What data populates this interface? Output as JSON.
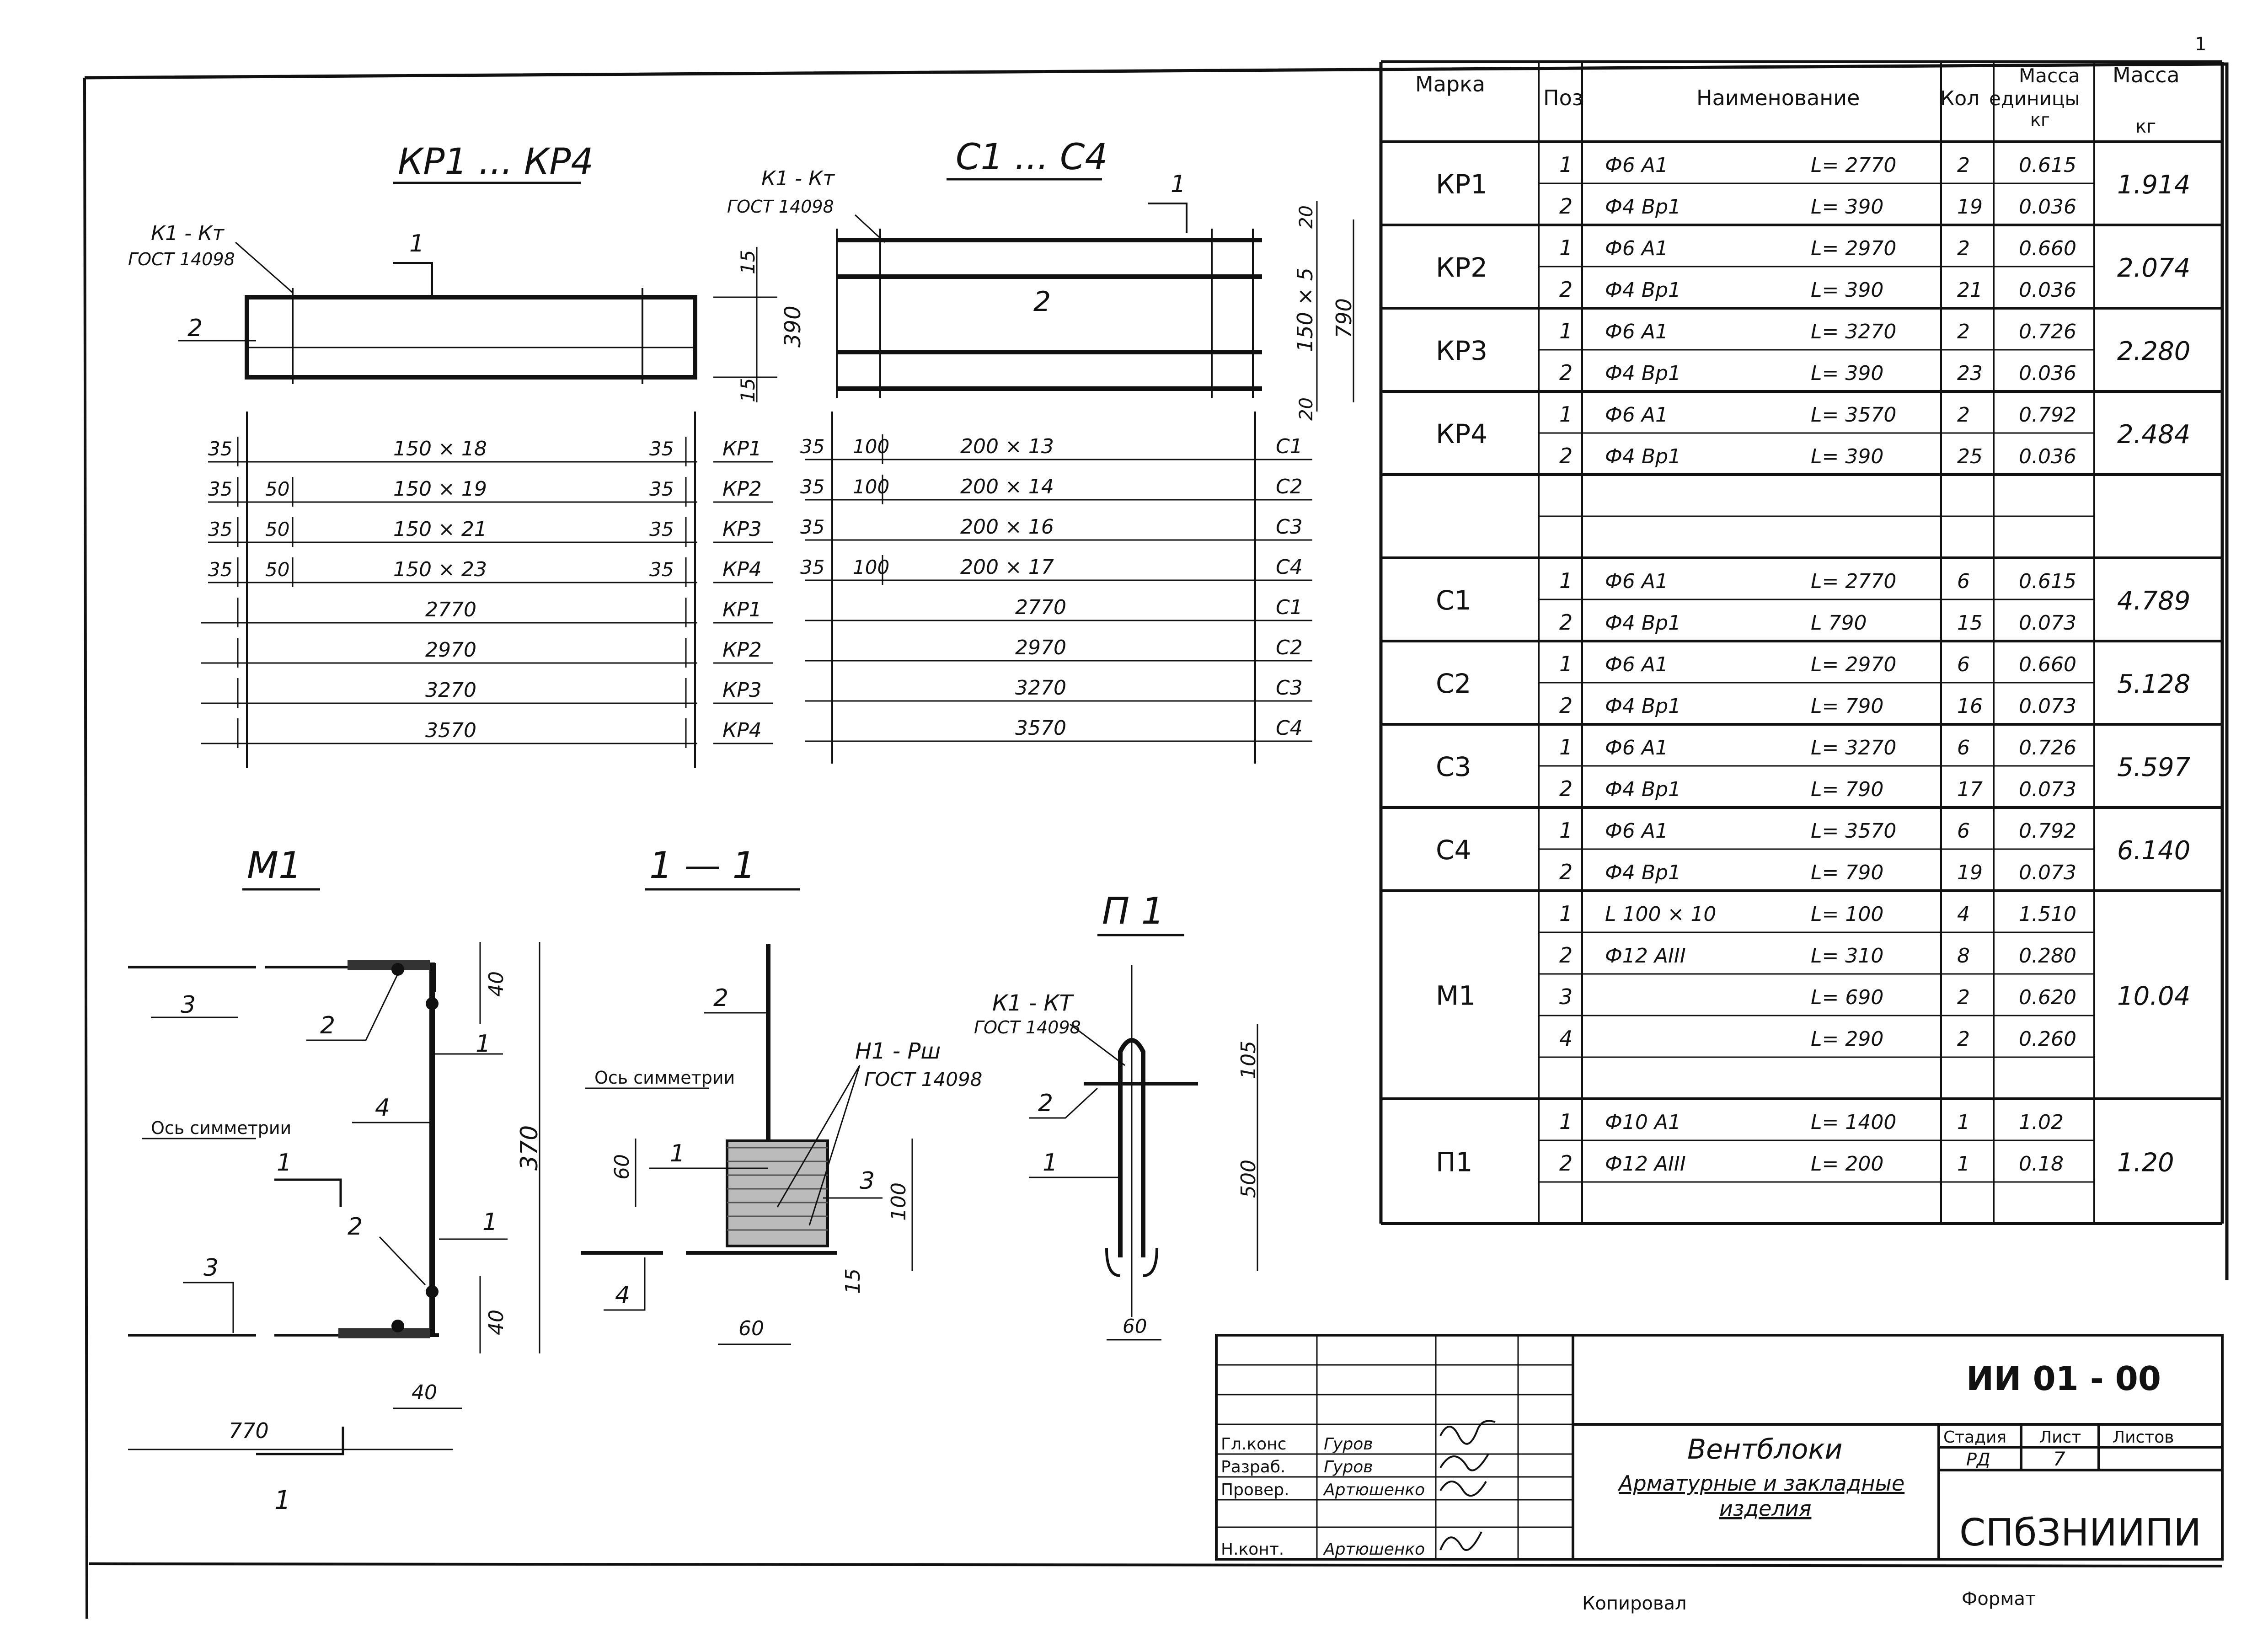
{
  "page_number": "1",
  "views": {
    "kr": {
      "title": "КР1 ... КР4",
      "callout_k1": "К1 - Кт",
      "callout_gost": "ГОСТ 14098",
      "section_mark": "1",
      "pos_mark": "2",
      "dims_right": [
        "15",
        "390",
        "15"
      ],
      "schedule": [
        {
          "left": "35",
          "mid": "",
          "text": "150 × 18",
          "right": "35",
          "mark": "КР1"
        },
        {
          "left": "35",
          "mid": "50",
          "text": "150 × 19",
          "right": "35",
          "mark": "КР2"
        },
        {
          "left": "35",
          "mid": "50",
          "text": "150 × 21",
          "right": "35",
          "mark": "КР3"
        },
        {
          "left": "35",
          "mid": "50",
          "text": "150 × 23",
          "right": "35",
          "mark": "КР4"
        },
        {
          "left": "",
          "mid": "",
          "text": "2770",
          "right": "",
          "mark": "КР1"
        },
        {
          "left": "",
          "mid": "",
          "text": "2970",
          "right": "",
          "mark": "КР2"
        },
        {
          "left": "",
          "mid": "",
          "text": "3270",
          "right": "",
          "mark": "КР3"
        },
        {
          "left": "",
          "mid": "",
          "text": "3570",
          "right": "",
          "mark": "КР4"
        }
      ]
    },
    "c": {
      "title": "С1 ... С4",
      "callout_k1": "К1 - Кт",
      "callout_gost": "ГОСТ 14098",
      "section_mark": "1",
      "pos_mark": "2",
      "dims_right": [
        "20",
        "150 × 5",
        "790",
        "20"
      ],
      "schedule": [
        {
          "left": "35",
          "mid": "100",
          "text": "200 × 13",
          "mark": "С1"
        },
        {
          "left": "35",
          "mid": "100",
          "text": "200 × 14",
          "mark": "С2"
        },
        {
          "left": "35",
          "mid": "",
          "text": "200 × 16",
          "mark": "С3"
        },
        {
          "left": "35",
          "mid": "100",
          "text": "200 × 17",
          "mark": "С4"
        },
        {
          "left": "",
          "mid": "",
          "text": "2770",
          "mark": "С1"
        },
        {
          "left": "",
          "mid": "",
          "text": "2970",
          "mark": "С2"
        },
        {
          "left": "",
          "mid": "",
          "text": "3270",
          "mark": "С3"
        },
        {
          "left": "",
          "mid": "",
          "text": "3570",
          "mark": "С4"
        }
      ]
    },
    "m1": {
      "title": "М1",
      "axis_label": "Ось симметрии",
      "labels": [
        "3",
        "2",
        "1",
        "4",
        "1",
        "2",
        "1",
        "3"
      ],
      "dims": [
        "40",
        "370",
        "40",
        "40",
        "770"
      ],
      "section_mark": "1"
    },
    "s11": {
      "title": "1 — 1",
      "axis_label": "Ось симметрии",
      "callout_h1": "Н1 - Рш",
      "callout_gost": "ГОСТ 14098",
      "labels": [
        "2",
        "1",
        "3",
        "4"
      ],
      "dims": [
        "60",
        "100",
        "15",
        "60"
      ]
    },
    "p1": {
      "title": "П 1",
      "callout_k1": "К1 - КТ",
      "callout_gost": "ГОСТ 14098",
      "labels": [
        "2",
        "1"
      ],
      "dims": [
        "105",
        "500",
        "60"
      ]
    }
  },
  "spec_table": {
    "headers": {
      "mark": "Марка",
      "pos": "Поз",
      "name": "Наименование",
      "qty": "Кол",
      "unit_mass_1": "Масса",
      "unit_mass_2": "единицы",
      "unit_mass_3": "кг",
      "mass_1": "Масса",
      "mass_2": "кг"
    },
    "groups": [
      {
        "mark": "КР1",
        "mass": "1.914",
        "rows": [
          {
            "pos": "1",
            "name": "Ф6 А1",
            "len": "L= 2770",
            "qty": "2",
            "unit": "0.615"
          },
          {
            "pos": "2",
            "name": "Ф4 Вр1",
            "len": "L= 390",
            "qty": "19",
            "unit": "0.036"
          }
        ]
      },
      {
        "mark": "КР2",
        "mass": "2.074",
        "rows": [
          {
            "pos": "1",
            "name": "Ф6 А1",
            "len": "L= 2970",
            "qty": "2",
            "unit": "0.660"
          },
          {
            "pos": "2",
            "name": "Ф4 Вр1",
            "len": "L= 390",
            "qty": "21",
            "unit": "0.036"
          }
        ]
      },
      {
        "mark": "КР3",
        "mass": "2.280",
        "rows": [
          {
            "pos": "1",
            "name": "Ф6 А1",
            "len": "L= 3270",
            "qty": "2",
            "unit": "0.726"
          },
          {
            "pos": "2",
            "name": "Ф4 Вр1",
            "len": "L= 390",
            "qty": "23",
            "unit": "0.036"
          }
        ]
      },
      {
        "mark": "КР4",
        "mass": "2.484",
        "rows": [
          {
            "pos": "1",
            "name": "Ф6 А1",
            "len": "L= 3570",
            "qty": "2",
            "unit": "0.792"
          },
          {
            "pos": "2",
            "name": "Ф4 Вр1",
            "len": "L= 390",
            "qty": "25",
            "unit": "0.036"
          }
        ]
      },
      {
        "mark": "",
        "mass": "",
        "rows": [
          {
            "pos": "",
            "name": "",
            "len": "",
            "qty": "",
            "unit": ""
          },
          {
            "pos": "",
            "name": "",
            "len": "",
            "qty": "",
            "unit": ""
          }
        ]
      },
      {
        "mark": "С1",
        "mass": "4.789",
        "rows": [
          {
            "pos": "1",
            "name": "Ф6 А1",
            "len": "L= 2770",
            "qty": "6",
            "unit": "0.615"
          },
          {
            "pos": "2",
            "name": "Ф4 Вр1",
            "len": "L 790",
            "qty": "15",
            "unit": "0.073"
          }
        ]
      },
      {
        "mark": "С2",
        "mass": "5.128",
        "rows": [
          {
            "pos": "1",
            "name": "Ф6 А1",
            "len": "L= 2970",
            "qty": "6",
            "unit": "0.660"
          },
          {
            "pos": "2",
            "name": "Ф4 Вр1",
            "len": "L= 790",
            "qty": "16",
            "unit": "0.073"
          }
        ]
      },
      {
        "mark": "С3",
        "mass": "5.597",
        "rows": [
          {
            "pos": "1",
            "name": "Ф6 А1",
            "len": "L= 3270",
            "qty": "6",
            "unit": "0.726"
          },
          {
            "pos": "2",
            "name": "Ф4 Вр1",
            "len": "L= 790",
            "qty": "17",
            "unit": "0.073"
          }
        ]
      },
      {
        "mark": "С4",
        "mass": "6.140",
        "rows": [
          {
            "pos": "1",
            "name": "Ф6 А1",
            "len": "L= 3570",
            "qty": "6",
            "unit": "0.792"
          },
          {
            "pos": "2",
            "name": "Ф4 Вр1",
            "len": "L= 790",
            "qty": "19",
            "unit": "0.073"
          }
        ]
      },
      {
        "mark": "М1",
        "mass": "10.04",
        "rows": [
          {
            "pos": "1",
            "name": "L 100 × 10",
            "len": "L= 100",
            "qty": "4",
            "unit": "1.510"
          },
          {
            "pos": "2",
            "name": "Ф12 АIII",
            "len": "L= 310",
            "qty": "8",
            "unit": "0.280"
          },
          {
            "pos": "3",
            "name": "",
            "len": "L= 690",
            "qty": "2",
            "unit": "0.620"
          },
          {
            "pos": "4",
            "name": "",
            "len": "L= 290",
            "qty": "2",
            "unit": "0.260"
          },
          {
            "pos": "",
            "name": "",
            "len": "",
            "qty": "",
            "unit": ""
          }
        ]
      },
      {
        "mark": "П1",
        "mass": "1.20",
        "rows": [
          {
            "pos": "1",
            "name": "Ф10 А1",
            "len": "L= 1400",
            "qty": "1",
            "unit": "1.02"
          },
          {
            "pos": "2",
            "name": "Ф12 АIII",
            "len": "L= 200",
            "qty": "1",
            "unit": "0.18"
          },
          {
            "pos": "",
            "name": "",
            "len": "",
            "qty": "",
            "unit": ""
          }
        ]
      }
    ]
  },
  "title_block": {
    "doc_code": "ИИ 01 - 00",
    "project": "Вентблоки",
    "sheet_title_1": "Арматурные и закладные",
    "sheet_title_2": "изделия",
    "stage_label": "Стадия",
    "sheet_label": "Лист",
    "sheets_label": "Листов",
    "stage": "РД",
    "sheet": "7",
    "sheets": "",
    "org": "СПбЗНИИПИ",
    "signatures": [
      {
        "role": "Гл.конс",
        "name": "Гуров"
      },
      {
        "role": "Разраб.",
        "name": "Гуров"
      },
      {
        "role": "Провер.",
        "name": "Артюшенко"
      },
      {
        "role": "Н.конт.",
        "name": "Артюшенко"
      }
    ]
  },
  "footer": {
    "copied": "Копировал",
    "format": "Формат"
  }
}
